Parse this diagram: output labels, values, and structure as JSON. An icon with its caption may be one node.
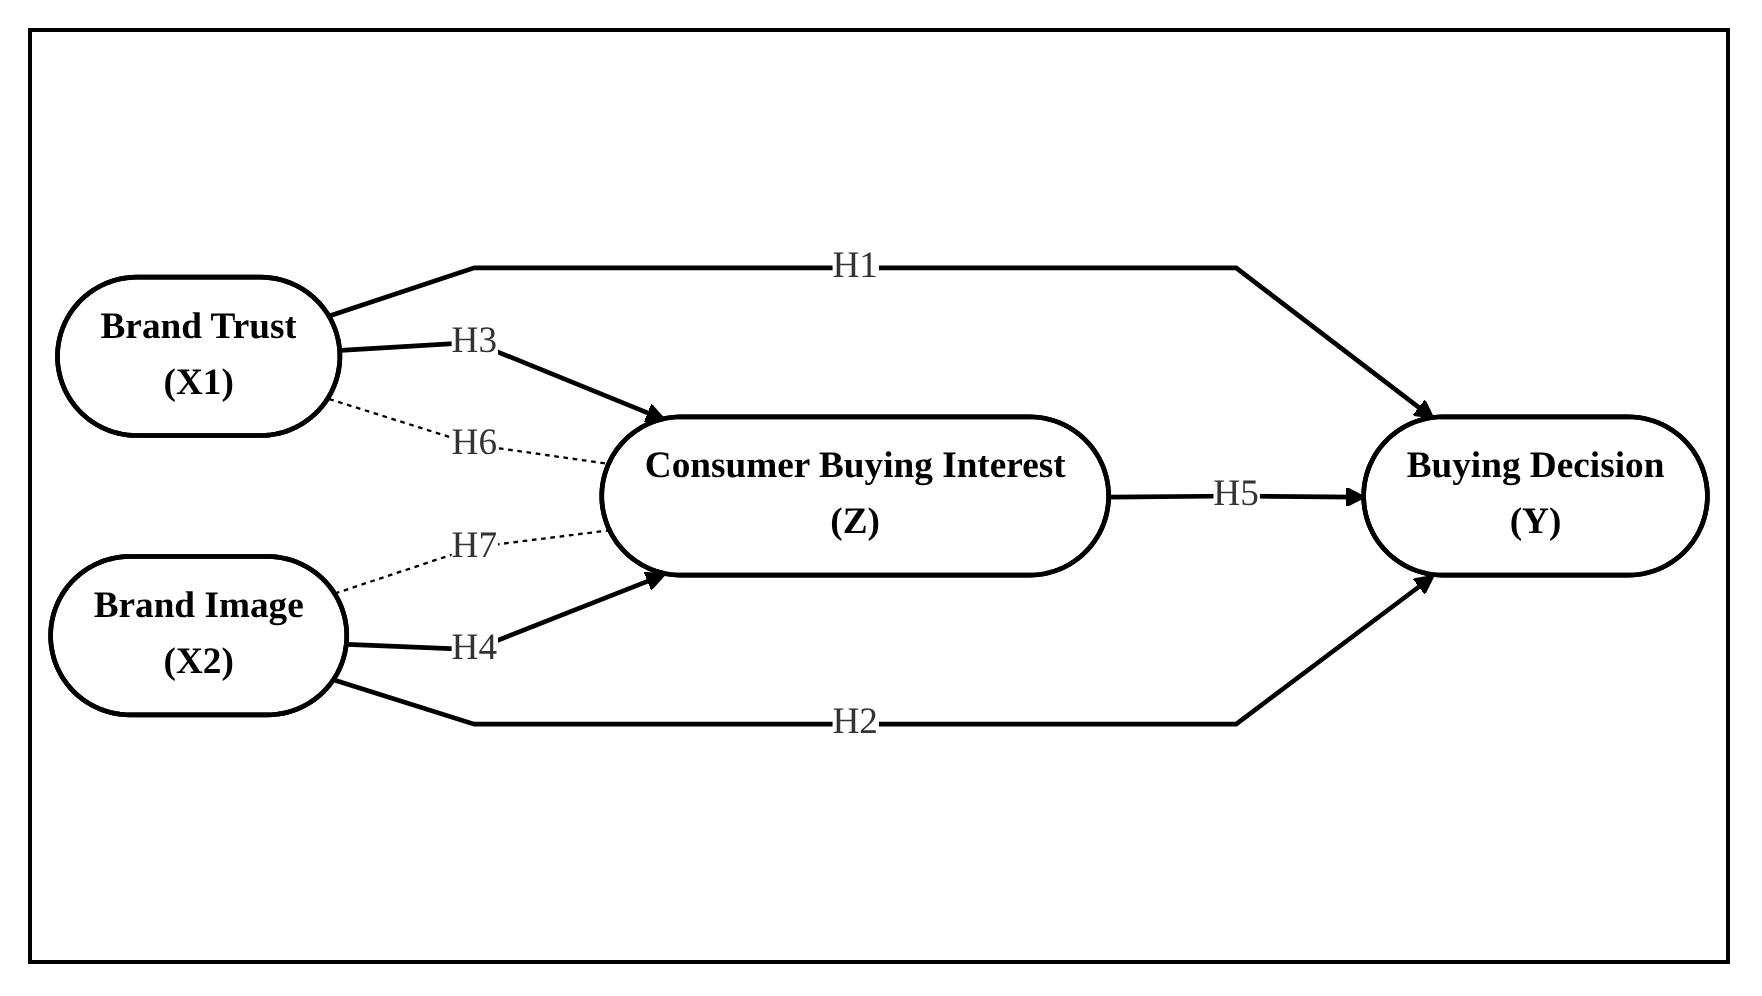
{
  "diagram": {
    "nodes": [
      {
        "text": [
          "Brand Trust",
          "(X1)"
        ]
      },
      {
        "text": [
          "Consumer Buying Interest",
          "(Z)"
        ]
      },
      {
        "text": [
          "Buying Decision",
          "(Y)"
        ]
      },
      {
        "text": [
          "Brand Image",
          "(X2)"
        ]
      }
    ],
    "edges": [
      {
        "from": 0,
        "to": 2,
        "arrow": "to",
        "label": "H1"
      },
      {
        "from": 0,
        "to": 1,
        "arrow": "to",
        "label": "H3"
      },
      {
        "from": 0,
        "to": 1,
        "arrow": "none",
        "label": "H6",
        "style": "dashed"
      },
      {
        "from": 1,
        "to": 2,
        "arrow": "to",
        "label": "H5"
      },
      {
        "from": 3,
        "to": 1,
        "arrow": "none",
        "label": "H7",
        "style": "dashed"
      },
      {
        "from": 3,
        "to": 1,
        "arrow": "to",
        "label": "H4"
      },
      {
        "from": 3,
        "to": 2,
        "arrow": "to",
        "label": "H2"
      }
    ]
  }
}
